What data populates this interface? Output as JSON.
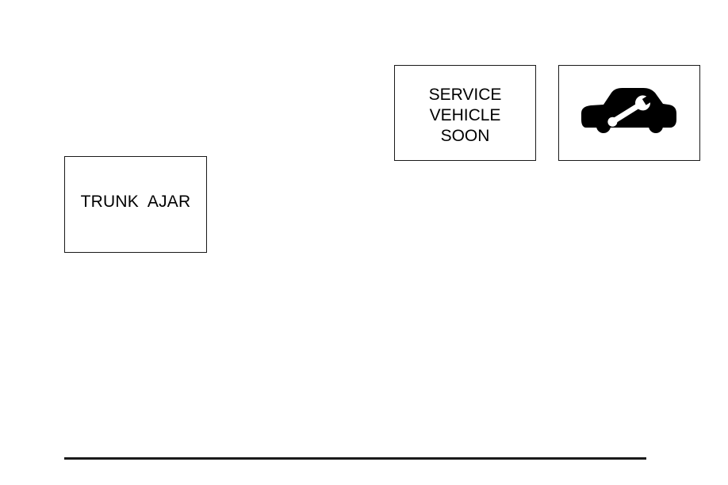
{
  "trunk_message": {
    "text": "TRUNK  AJAR"
  },
  "service_message": {
    "line1": "SERVICE",
    "line2": "VEHICLE",
    "line3": "SOON"
  },
  "service_symbol": {
    "icon": "car-with-wrench-icon"
  },
  "colors": {
    "ink": "#000000",
    "background": "#ffffff"
  }
}
